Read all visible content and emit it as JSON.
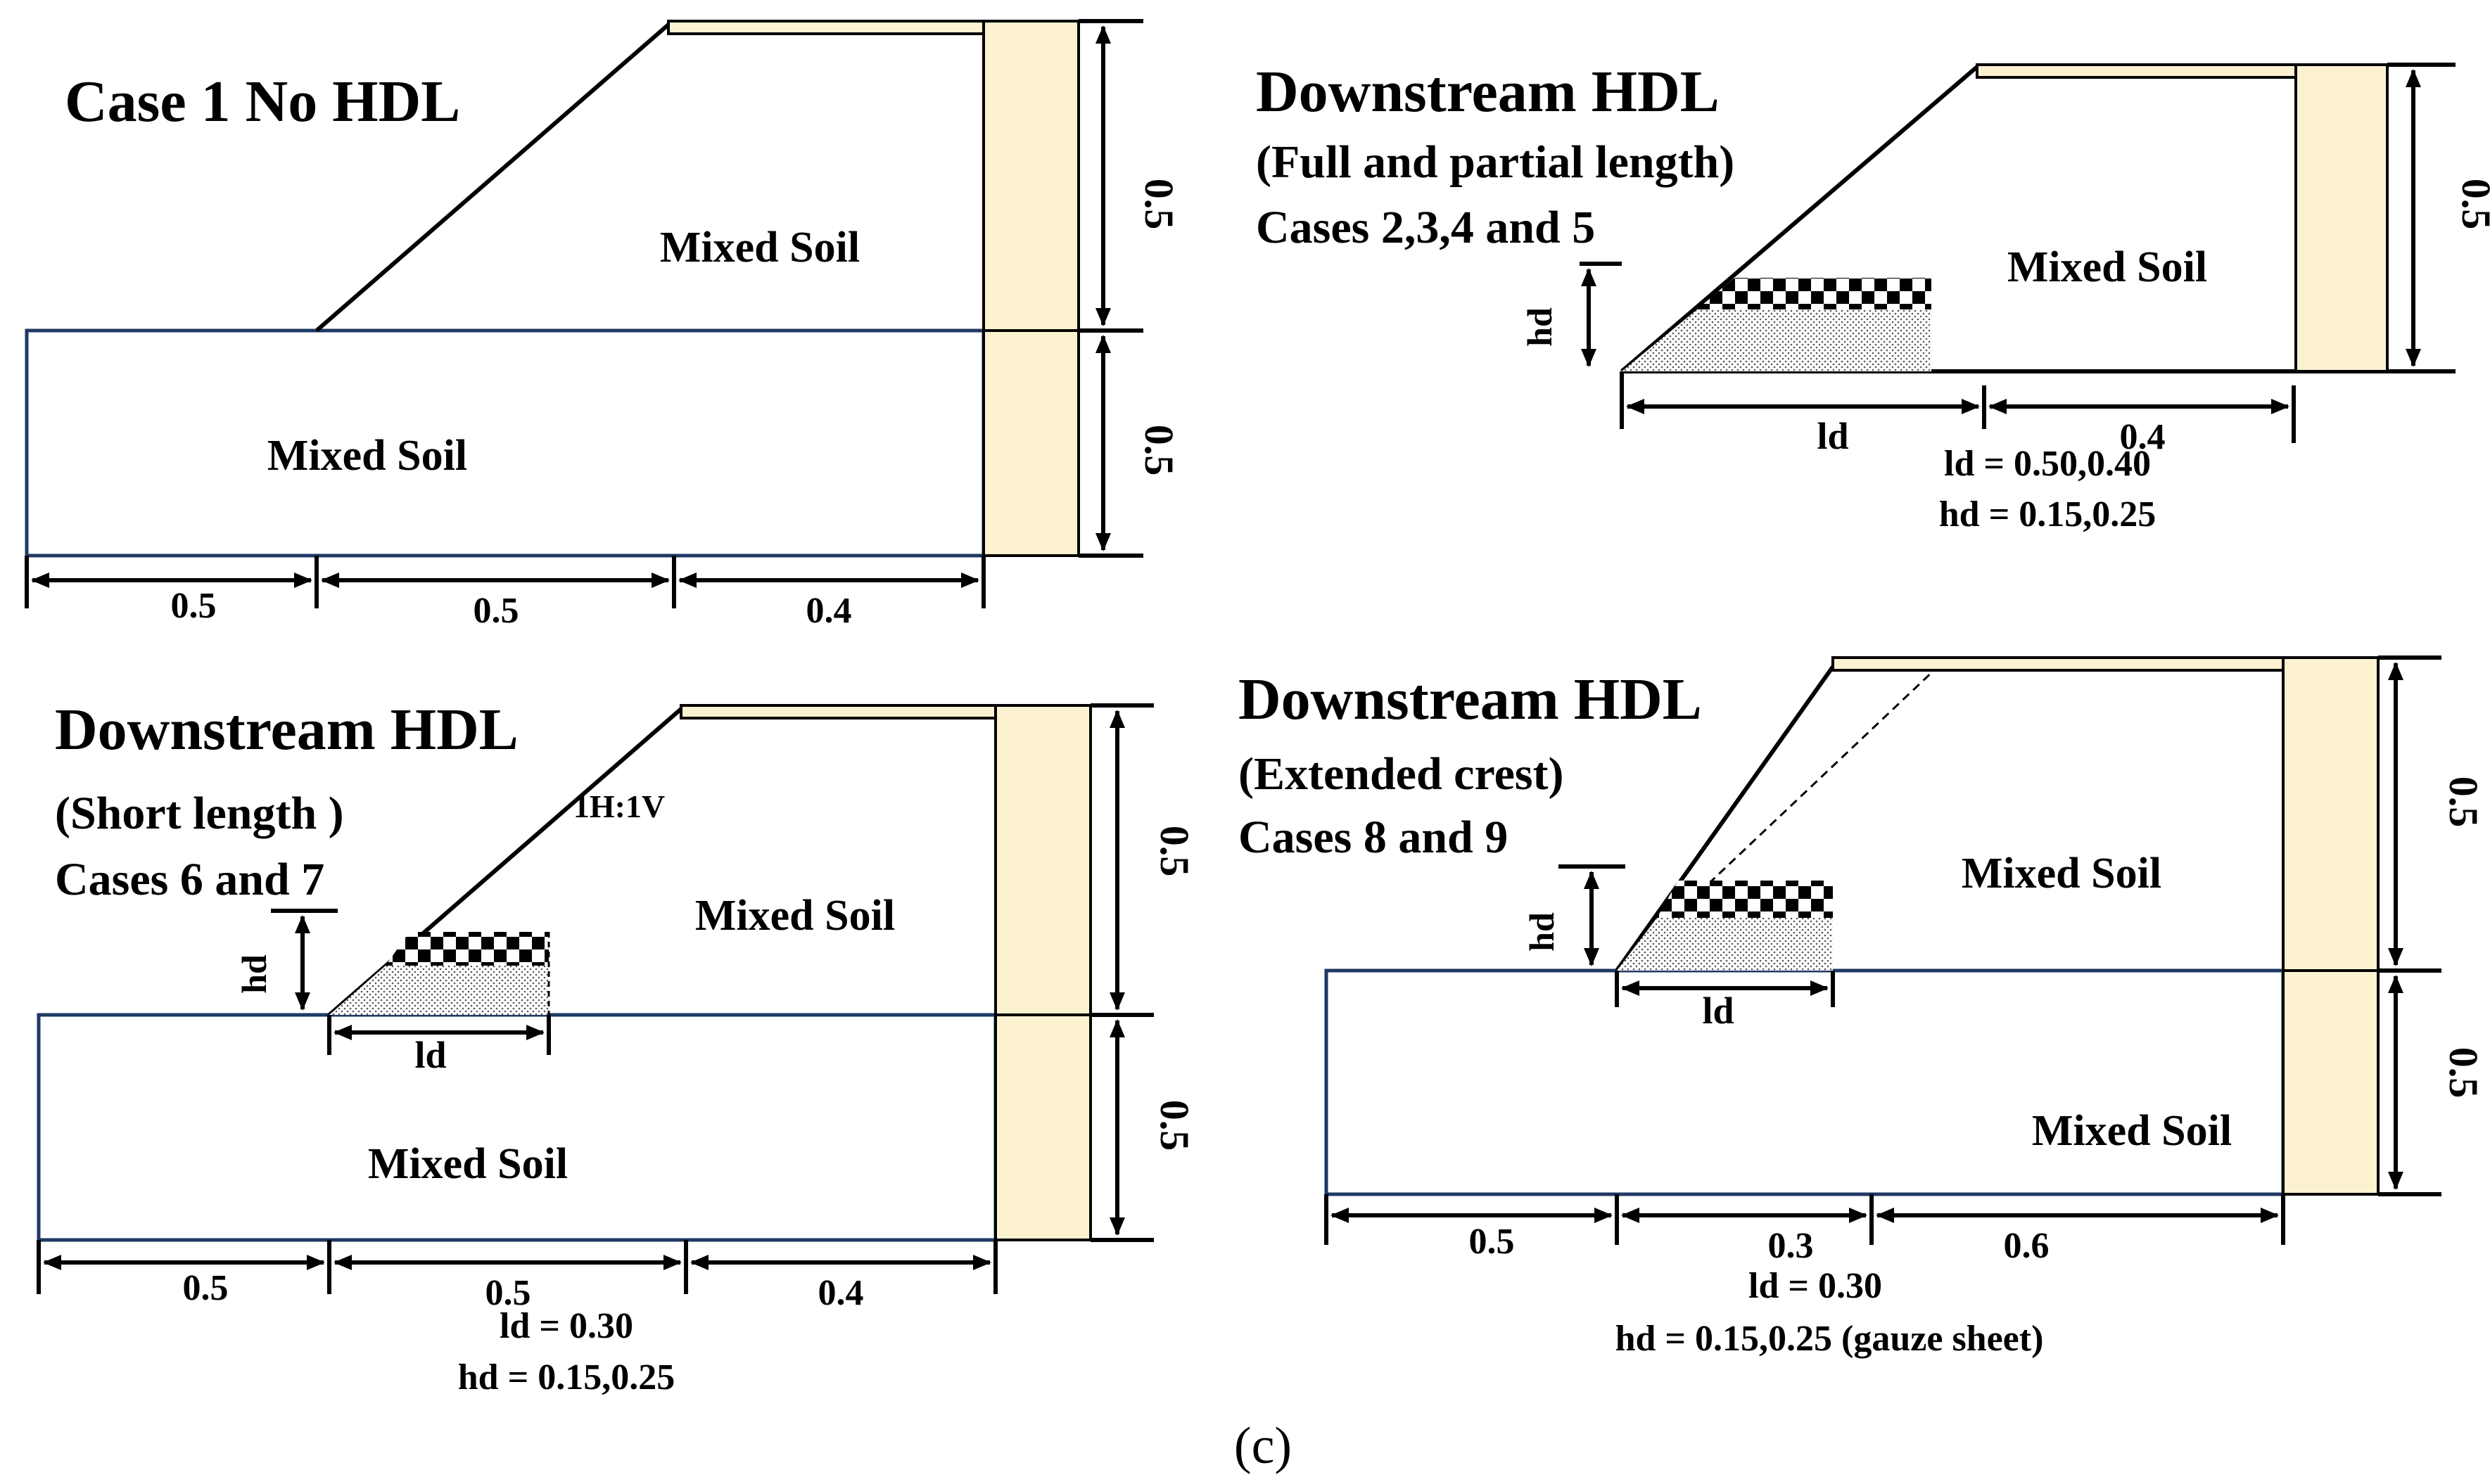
{
  "figure_caption": "(c)",
  "panels": {
    "case1": {
      "title": "Case 1 No HDL",
      "upper_soil": "Mixed Soil",
      "lower_soil": "Mixed Soil",
      "height_upper": "0.5",
      "height_lower": "0.5",
      "widths": [
        "0.5",
        "0.5",
        "0.4"
      ]
    },
    "case2_5": {
      "title": "Downstream HDL",
      "subtitle": "(Full and partial length)",
      "cases": "Cases 2,3,4 and 5",
      "soil": "Mixed Soil",
      "height": "0.5",
      "hd_label": "hd",
      "ld_label": "ld",
      "width": "0.4",
      "ld_values": "ld = 0.50,0.40",
      "hd_values": "hd = 0.15,0.25"
    },
    "case6_7": {
      "title": "Downstream HDL",
      "subtitle": "(Short length )",
      "cases": "Cases 6 and 7",
      "slope_label": "1H:1V",
      "upper_soil": "Mixed Soil",
      "lower_soil": "Mixed Soil",
      "height_upper": "0.5",
      "height_lower": "0.5",
      "hd_label": "hd",
      "ld_label": "ld",
      "widths": [
        "0.5",
        "0.5",
        "0.4"
      ],
      "ld_values": "ld = 0.30",
      "hd_values": "hd = 0.15,0.25"
    },
    "case8_9": {
      "title": "Downstream HDL",
      "subtitle": "(Extended crest)",
      "cases": "Cases 8 and 9",
      "upper_soil": "Mixed Soil",
      "lower_soil": "Mixed Soil",
      "height_upper": "0.5",
      "height_lower": "0.5",
      "hd_label": "hd",
      "ld_label": "ld",
      "widths": [
        "0.5",
        "0.3",
        "0.6"
      ],
      "ld_values": "ld = 0.30",
      "hd_values": "hd = 0.15,0.25 (gauze sheet)"
    }
  }
}
